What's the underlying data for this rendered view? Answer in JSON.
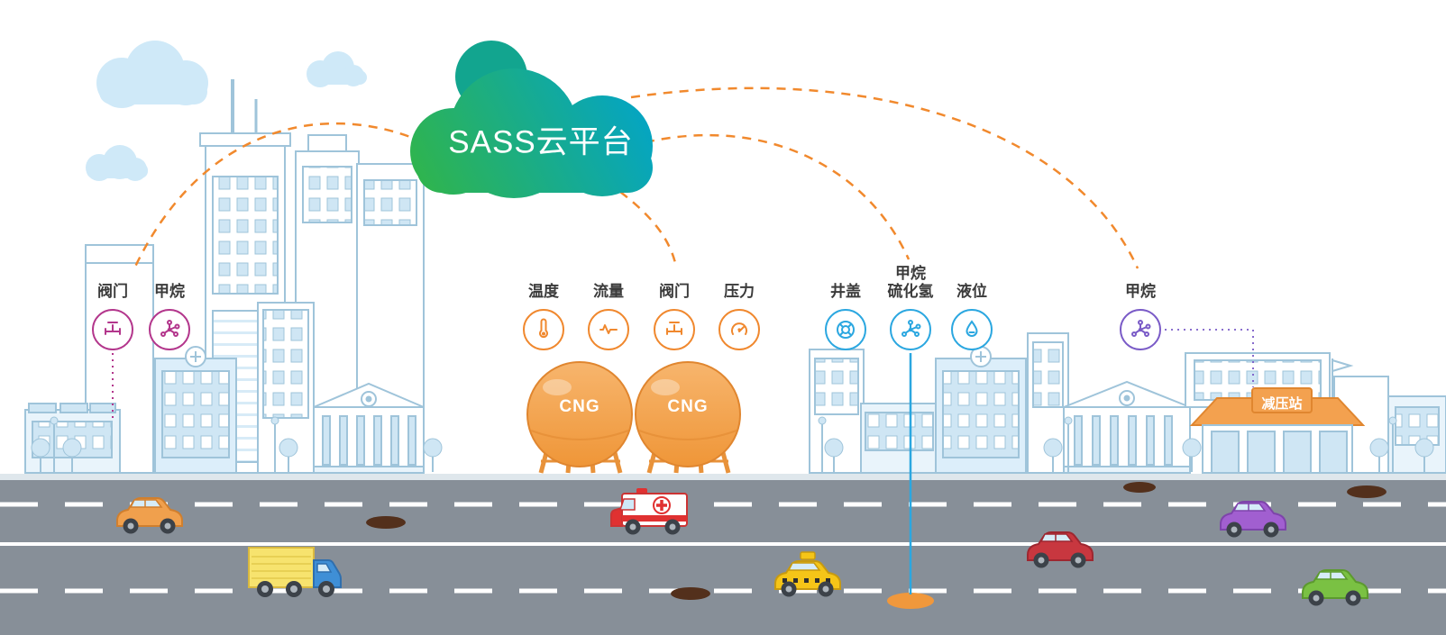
{
  "cloud": {
    "label": "SASS云平台"
  },
  "sensor_groups": {
    "city": {
      "accent": "#B3368C",
      "items": [
        {
          "label": "阀门",
          "icon": "valve-icon"
        },
        {
          "label": "甲烷",
          "icon": "molecule-icon"
        }
      ]
    },
    "cng_station": {
      "accent": "#F0882E",
      "items": [
        {
          "label": "温度",
          "icon": "thermometer-icon"
        },
        {
          "label": "流量",
          "icon": "flow-icon"
        },
        {
          "label": "阀门",
          "icon": "valve-icon"
        },
        {
          "label": "压力",
          "icon": "gauge-icon"
        }
      ]
    },
    "pipeline": {
      "accent": "#2BA7E0",
      "items": [
        {
          "label": "井盖",
          "icon": "manhole-icon"
        },
        {
          "label": "甲烷\n硫化氢",
          "icon": "molecule-icon"
        },
        {
          "label": "液位",
          "icon": "level-icon"
        }
      ]
    },
    "reduction_station": {
      "accent": "#7A5BC7",
      "items": [
        {
          "label": "甲烷",
          "icon": "molecule-icon"
        }
      ]
    }
  },
  "tanks": {
    "items": [
      {
        "label": "CNG"
      },
      {
        "label": "CNG"
      }
    ]
  },
  "station": {
    "label": "减压站"
  },
  "colors": {
    "connection_dash": "#F1892D",
    "cloud_gradient_start": "#2FB44E",
    "cloud_gradient_end": "#00A3CF",
    "tank_orange": "#F3A14F",
    "skyline_stroke": "#9FC4DA",
    "road_gray": "#878F98"
  }
}
